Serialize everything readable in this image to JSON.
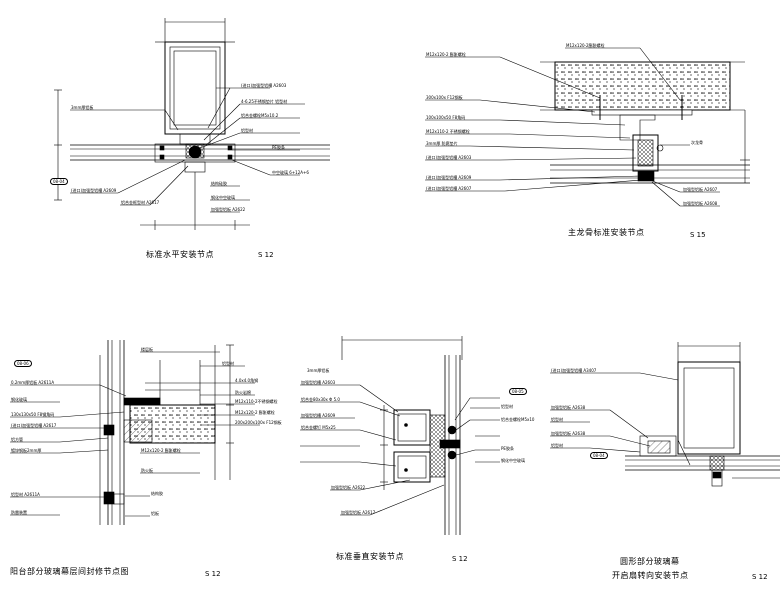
{
  "details": {
    "d1": {
      "title": "标准水平安装节点",
      "scale": "S 12",
      "callout": "08-04",
      "labels": [
        "3mm厚铝板",
        "(进口)加强型铝槽 A2603",
        "4-6.25不锈钢垫片 铝型材",
        "铝合金螺栓M5x10.2",
        "铝型材",
        "PE胶条",
        "中空玻璃 6+12A+6",
        "(进口)加强型铝槽 A2609",
        "铝合金框型材 A2617",
        "结构硅胶",
        "钢化中空玻璃",
        "加强型铝板 A2622"
      ]
    },
    "d2": {
      "title": "主龙骨标准安装节点",
      "scale": "S 15",
      "labels": [
        "M12x120-2膨胀螺栓",
        "M12x120-2 膨胀螺栓",
        "300x100x F12钢板",
        "100x100x50 F8角码",
        "M12x110-2 不锈钢螺栓",
        "3mm厚 防腐垫片",
        "(进口)加强型铝槽 A2603",
        "(进口)加强型铝槽 A2609",
        "(进口)加强型铝槽 A2607",
        "次龙骨",
        "加强型铝板 A2607",
        "加强型铝板 A2608"
      ]
    },
    "d3": {
      "title": "阳台部分玻璃幕层间封修节点图",
      "scale": "S 12",
      "callout": "08-06",
      "labels": [
        "楼层板",
        "铝型材",
        "4.0x4.0角钢",
        "防火岩棉",
        "M12x110-2不锈钢螺栓",
        "M12x120-2 膨胀螺栓",
        "200x200x100x F12钢板",
        "M12x120-2 膨胀螺栓",
        "防火板",
        "0.2mm厚铝板 A2611A",
        "钢化玻璃",
        "130x130x50 F8钢角码",
        "(进口)加强型铝槽 A2617",
        "铝方管",
        "镀锌钢板2mm厚",
        "铝型材 A2611A",
        "防雷装置",
        "结构胶",
        "铝板",
        "泡沫棒"
      ]
    },
    "d4": {
      "title": "标准垂直安装节点",
      "scale": "S 12",
      "callout": "08-05",
      "labels": [
        "3mm厚铝板",
        "加强型铝槽 A2603",
        "铝合金80x30x Φ 5.0",
        "加强型铝槽 A2609",
        "铝合金螺钉 M5x25",
        "铝型材",
        "铝合金螺栓M5x10",
        "PE胶条",
        "加强型铝板 A2622",
        "钢化中空玻璃",
        "加强型铝板 A2617"
      ]
    },
    "d5": {
      "title_line1": "圆形部分玻璃幕",
      "title_line2": "开启扇转向安装节点",
      "scale": "S 12",
      "callout": "08-04",
      "labels": [
        "(进口)加强型铝槽 A3407",
        "加强型铝板 A2638",
        "铝型材",
        "加强型铝板 A2638",
        "铝型材"
      ]
    }
  }
}
